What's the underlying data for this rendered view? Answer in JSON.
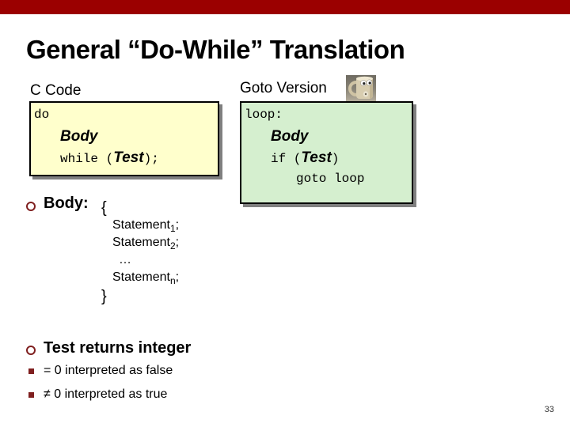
{
  "colors": {
    "top_bar": "#9b0000",
    "c_code_box_bg": "#ffffcc",
    "goto_box_bg": "#d5efcf",
    "box_border": "#000000",
    "box_shadow": "#808080",
    "bullet_accent": "#7f1f1f"
  },
  "header": {
    "title": "General “Do-While” Translation"
  },
  "c_code": {
    "label": "C Code",
    "keyword_do": "do",
    "body": "Body",
    "while_prefix": "while (",
    "test": "Test",
    "while_suffix": ");"
  },
  "goto_version": {
    "label": "Goto Version",
    "loop_label": "loop:",
    "body": "Body",
    "if_prefix": "if (",
    "test": "Test",
    "if_suffix": ")",
    "goto_line": "goto loop"
  },
  "body_bullet": {
    "label": "Body:",
    "open_brace": "{",
    "statements": [
      {
        "base": "Statement",
        "sub": "1",
        "suffix": ";"
      },
      {
        "base": "Statement",
        "sub": "2",
        "suffix": ";"
      },
      {
        "base": "…",
        "sub": "",
        "suffix": ""
      },
      {
        "base": "Statement",
        "sub": "n",
        "suffix": ";"
      }
    ],
    "close_brace": "}"
  },
  "test_bullet": {
    "label": "Test returns integer",
    "items": [
      "= 0 interpreted as false",
      "≠ 0 interpreted as true"
    ]
  },
  "footer": {
    "page_number": "33"
  }
}
